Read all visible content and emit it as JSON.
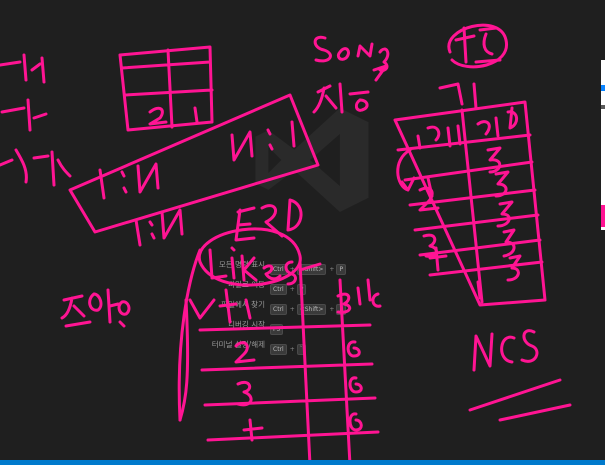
{
  "editor": {
    "background": "#1f1f1f",
    "accent": "#007acc",
    "ink_color": "#ff1493"
  },
  "watermark": {
    "icon": "vscode-logo-icon"
  },
  "shortcuts": [
    {
      "label": "모든 명령 표시",
      "keys": [
        "Ctrl",
        "+",
        "<Shift>",
        "+",
        "P"
      ]
    },
    {
      "label": "파일로 이동",
      "keys": [
        "Ctrl",
        "+",
        "P"
      ]
    },
    {
      "label": "파일에서 찾기",
      "keys": [
        "Ctrl",
        "+",
        "<Shift>",
        "+",
        "F"
      ]
    },
    {
      "label": "디버깅 시작",
      "keys": [
        "F5"
      ]
    },
    {
      "label": "터미널 설정/해제",
      "keys": [
        "Ctrl",
        "+",
        "`"
      ]
    }
  ]
}
